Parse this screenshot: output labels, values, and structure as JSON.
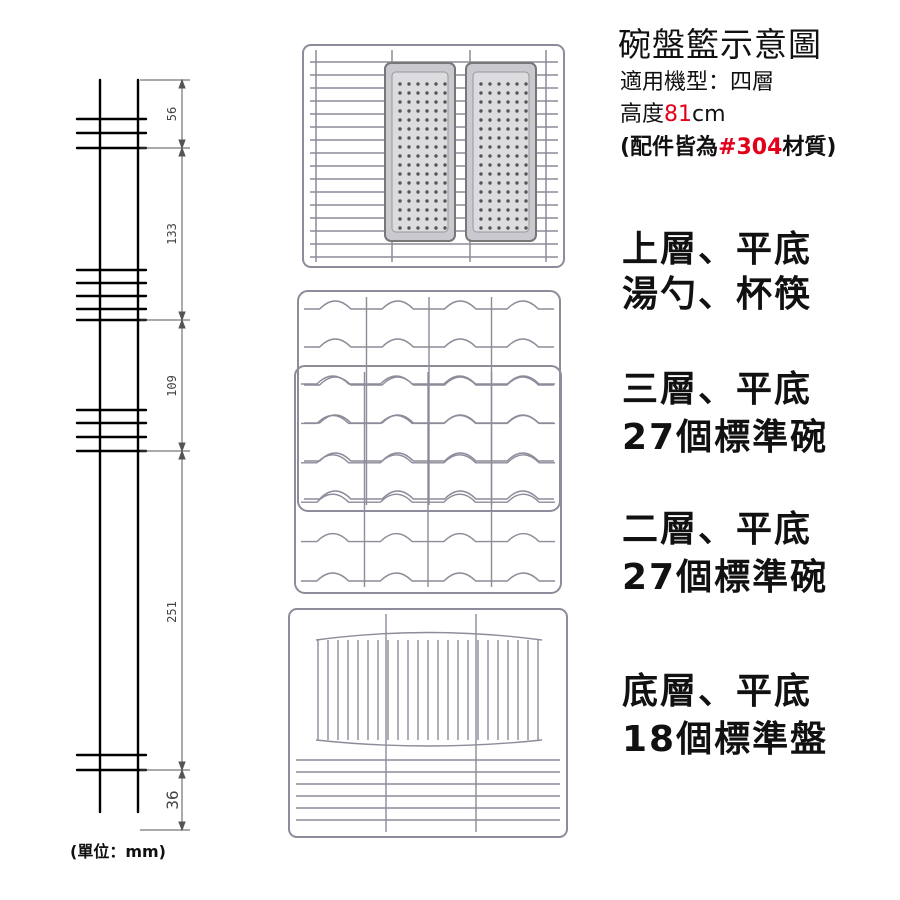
{
  "title": "碗盤籃示意圖",
  "info": {
    "model_prefix": "適用機型：",
    "model_value": "四層",
    "height_prefix": "高度",
    "height_value": "81",
    "height_unit": "cm",
    "material_open": "(配件皆為",
    "material_value": "#304",
    "material_close": "材質)"
  },
  "layers": [
    {
      "line1": "上層、平底",
      "line2": "湯勺、杯筷"
    },
    {
      "line1": "三層、平底",
      "line2": "27個標準碗"
    },
    {
      "line1": "二層、平底",
      "line2": "27個標準碗"
    },
    {
      "line1": "底層、平底",
      "line2": "18個標準盤"
    }
  ],
  "dimensions": [
    "56",
    "133",
    "109",
    "251",
    "36"
  ],
  "unit_note": "(單位：mm)",
  "colors": {
    "accent_red": "#e3001b",
    "wire": "#8c8c9a",
    "frame": "#000000"
  }
}
